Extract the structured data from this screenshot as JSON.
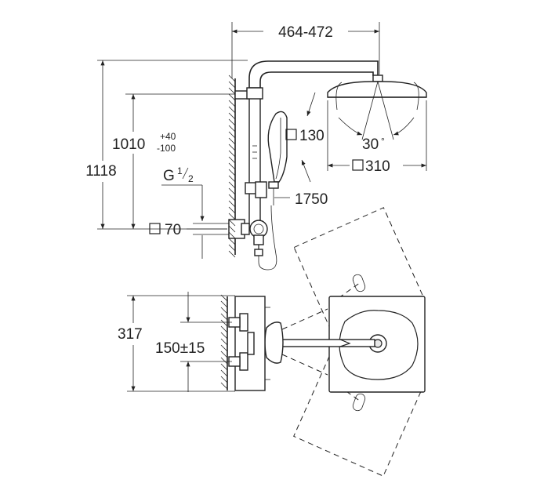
{
  "dimensions": {
    "arm_projection": "464-472",
    "overall_height": "1118",
    "head_height_main": "1010",
    "head_height_plus": "+40",
    "head_height_minus": "-100",
    "thread_prefix": "G",
    "thread_num": "1",
    "thread_den": "2",
    "connection_square": "70",
    "hand_shower_square": "130",
    "head_tilt": "30",
    "degree_symbol": "°",
    "head_square": "310",
    "hose_length": "1750",
    "depth": "317",
    "centres": "150±15"
  }
}
